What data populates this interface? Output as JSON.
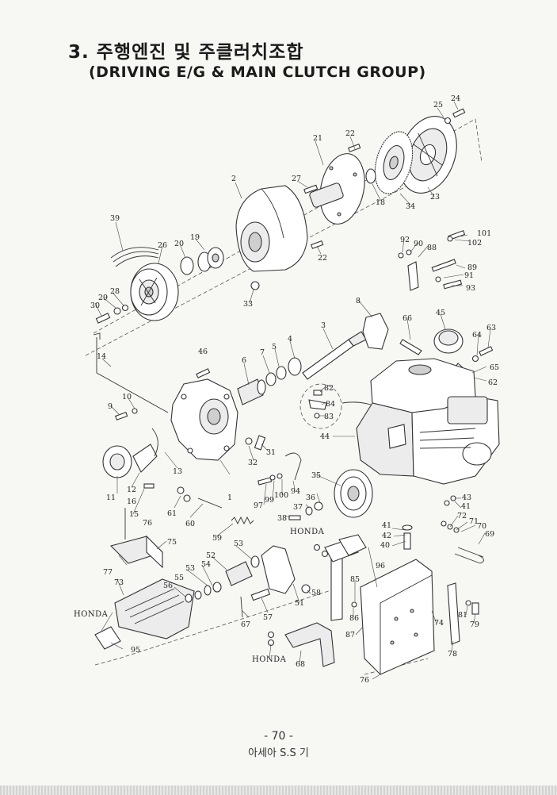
{
  "header": {
    "title_korean": "3. 주행엔진 및 주클러치조합",
    "title_english": "(DRIVING E/G & MAIN CLUTCH GROUP)"
  },
  "footer": {
    "page_number": "- 70 -",
    "model": "아세아 S.S 기"
  },
  "brand_labels": [
    "HONDA",
    "HONDA",
    "HONDA"
  ],
  "part_numbers": [
    "1",
    "2",
    "3",
    "4",
    "5",
    "6",
    "7",
    "8",
    "9",
    "10",
    "11",
    "12",
    "13",
    "14",
    "15",
    "16",
    "18",
    "19",
    "20",
    "21",
    "22",
    "23",
    "24",
    "25",
    "26",
    "27",
    "28",
    "29",
    "30",
    "31",
    "32",
    "33",
    "34",
    "35",
    "36",
    "37",
    "38",
    "39",
    "40",
    "41",
    "42",
    "43",
    "44",
    "45",
    "46",
    "51",
    "52",
    "53",
    "54",
    "55",
    "56",
    "57",
    "58",
    "59",
    "60",
    "61",
    "62",
    "63",
    "64",
    "65",
    "66",
    "67",
    "68",
    "69",
    "70",
    "71",
    "72",
    "73",
    "74",
    "75",
    "76",
    "77",
    "78",
    "79",
    "81",
    "82",
    "83",
    "84",
    "85",
    "86",
    "87",
    "88",
    "89",
    "90",
    "91",
    "92",
    "93",
    "94",
    "95",
    "96",
    "97",
    "99",
    "100",
    "101",
    "102"
  ]
}
